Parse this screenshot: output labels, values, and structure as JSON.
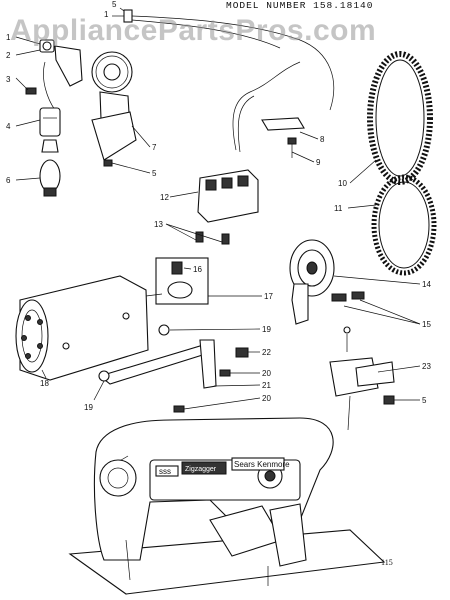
{
  "header": {
    "model_number": "MODEL NUMBER 158.18140"
  },
  "watermark": {
    "text": "AppliancePartsPros.com"
  },
  "page_number": "115",
  "machine_badges": {
    "badge_1": "sss",
    "badge_2": "Zigzagger",
    "badge_3": "Sears Kenmore"
  },
  "callouts": [
    {
      "id": "c5a",
      "label": "5"
    },
    {
      "id": "c1a",
      "label": "1"
    },
    {
      "id": "c1b",
      "label": "1"
    },
    {
      "id": "c2",
      "label": "2"
    },
    {
      "id": "c3",
      "label": "3"
    },
    {
      "id": "c4",
      "label": "4"
    },
    {
      "id": "c6",
      "label": "6"
    },
    {
      "id": "c7",
      "label": "7"
    },
    {
      "id": "c5b",
      "label": "5"
    },
    {
      "id": "c8",
      "label": "8"
    },
    {
      "id": "c9",
      "label": "9"
    },
    {
      "id": "c10",
      "label": "10"
    },
    {
      "id": "c11",
      "label": "11"
    },
    {
      "id": "c12",
      "label": "12"
    },
    {
      "id": "c13",
      "label": "13"
    },
    {
      "id": "c14",
      "label": "14"
    },
    {
      "id": "c15",
      "label": "15"
    },
    {
      "id": "c16",
      "label": "16"
    },
    {
      "id": "c17",
      "label": "17"
    },
    {
      "id": "c19a",
      "label": "19"
    },
    {
      "id": "c22",
      "label": "22"
    },
    {
      "id": "c20a",
      "label": "20"
    },
    {
      "id": "c21",
      "label": "21"
    },
    {
      "id": "c18",
      "label": "18"
    },
    {
      "id": "c19b",
      "label": "19"
    },
    {
      "id": "c20b",
      "label": "20"
    },
    {
      "id": "c23",
      "label": "23"
    },
    {
      "id": "c5c",
      "label": "5"
    }
  ]
}
